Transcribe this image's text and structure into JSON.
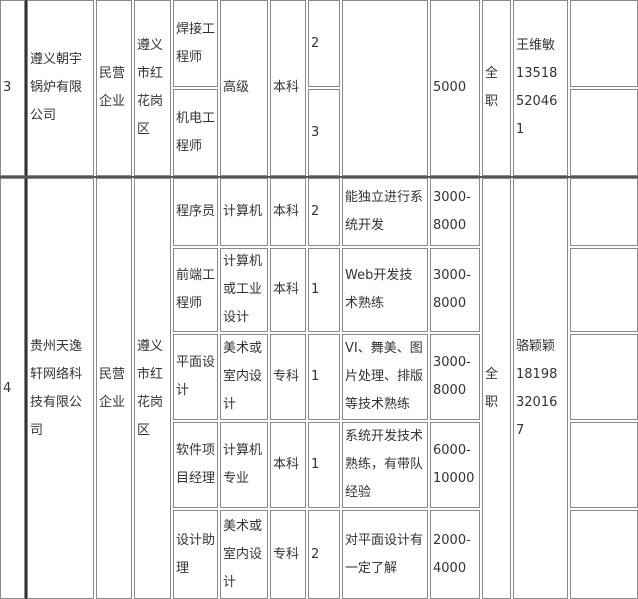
{
  "rows": [
    {
      "no": "3",
      "company": "遵义朝宇锅炉有限公司",
      "nature": "民营企业",
      "location": "遵义市红花岗区",
      "level": "高级",
      "positions": [
        {
          "title": "焊接工程师",
          "count": "2"
        },
        {
          "title": "机电工程师",
          "count": "3"
        }
      ],
      "education": "本科",
      "salary": "5000",
      "type": "全职",
      "contact": "王维敏 13518520461"
    },
    {
      "no": "4",
      "company": "贵州天逸轩网络科技有限公司",
      "nature": "民营企业",
      "location": "遵义市红花岗区",
      "type": "全职",
      "contact": "骆颖颖 18198320167",
      "positions": [
        {
          "title": "程序员",
          "major": "计算机",
          "education": "本科",
          "count": "2",
          "requirement": "能独立进行系统开发",
          "salary": "3000-8000"
        },
        {
          "title": "前端工程师",
          "major": "计算机或工业设计",
          "education": "本科",
          "count": "1",
          "requirement": "Web开发技术熟练",
          "salary": "3000-8000"
        },
        {
          "title": "平面设计",
          "major": "美术或室内设计",
          "education": "专科",
          "count": "1",
          "requirement": "VI、舞美、图片处理、排版等技术熟练",
          "salary": "3000-8000"
        },
        {
          "title": "软件项目经理",
          "major": "计算机专业",
          "education": "本科",
          "count": "1",
          "requirement": "系统开发技术熟练，有带队经验",
          "salary": "6000-10000"
        },
        {
          "title": "设计助理",
          "major": "美术或室内设计",
          "education": "专科",
          "count": "2",
          "requirement": "对平面设计有一定了解",
          "salary": "2000-4000"
        }
      ]
    }
  ]
}
